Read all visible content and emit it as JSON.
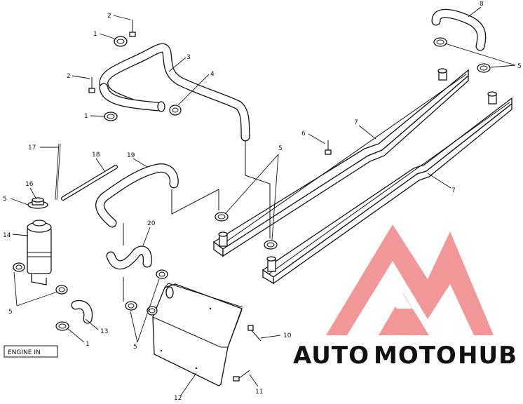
{
  "diagram": {
    "callouts": [
      {
        "id": "c2a",
        "label": "2"
      },
      {
        "id": "c1a",
        "label": "1"
      },
      {
        "id": "c3",
        "label": "3"
      },
      {
        "id": "c2b",
        "label": "2"
      },
      {
        "id": "c4",
        "label": "4"
      },
      {
        "id": "c1b",
        "label": "1"
      },
      {
        "id": "c8",
        "label": "8"
      },
      {
        "id": "c5a",
        "label": "5"
      },
      {
        "id": "c7a",
        "label": "7"
      },
      {
        "id": "c6",
        "label": "6"
      },
      {
        "id": "c5b",
        "label": "5"
      },
      {
        "id": "c7b",
        "label": "7"
      },
      {
        "id": "c17",
        "label": "17"
      },
      {
        "id": "c18",
        "label": "18"
      },
      {
        "id": "c19",
        "label": "19"
      },
      {
        "id": "c16",
        "label": "16"
      },
      {
        "id": "c5c",
        "label": "5"
      },
      {
        "id": "c14",
        "label": "14"
      },
      {
        "id": "c20",
        "label": "20"
      },
      {
        "id": "c5d",
        "label": "5"
      },
      {
        "id": "c13",
        "label": "13"
      },
      {
        "id": "c1c",
        "label": "1"
      },
      {
        "id": "c5e",
        "label": "5"
      },
      {
        "id": "c10",
        "label": "10"
      },
      {
        "id": "c11",
        "label": "11"
      },
      {
        "id": "c12",
        "label": "12"
      }
    ],
    "engine_label": "ENGINE IN"
  },
  "watermark": {
    "part1": "AUTO",
    "part2": "MOTO",
    "part3": "HUB",
    "color_light": "#f7c99a",
    "color_red": "#f08585",
    "color_dark": "#6b6b6b"
  }
}
